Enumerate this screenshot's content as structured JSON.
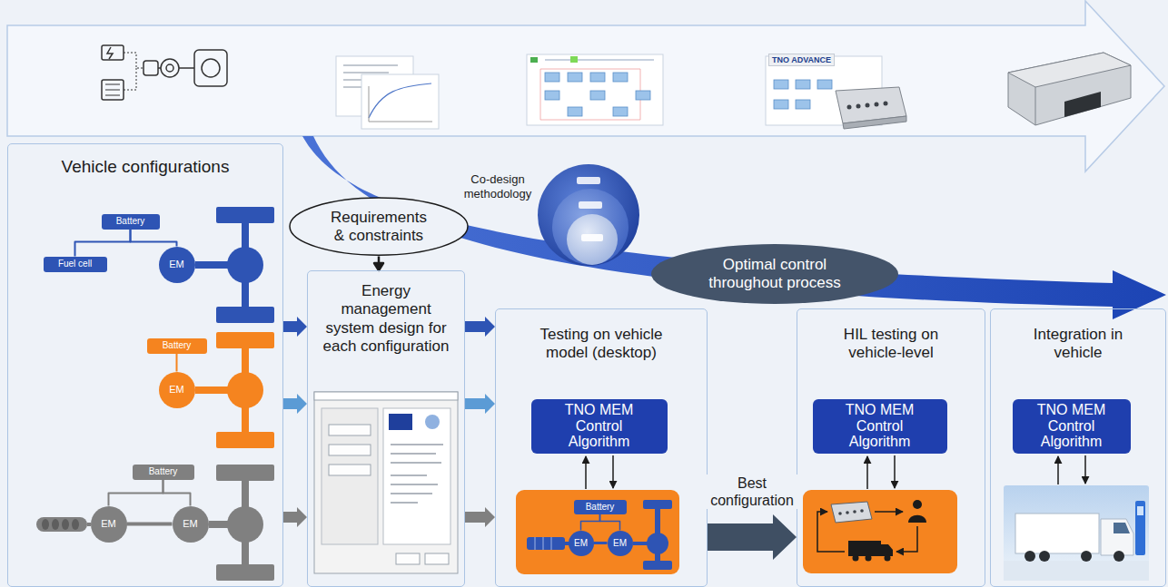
{
  "diagram": {
    "nodes": [
      {
        "text": [
          "Vehicle configurations"
        ]
      },
      {
        "text": [
          "Battery"
        ],
        "in": 0
      },
      {
        "text": [
          "Fuel cell"
        ],
        "in": 0
      },
      {
        "text": [
          "EM"
        ],
        "in": 0
      },
      {
        "text": [
          "Battery"
        ],
        "in": 0
      },
      {
        "text": [
          "EM"
        ],
        "in": 0
      },
      {
        "text": [
          "Battery"
        ],
        "in": 0
      },
      {
        "text": [
          "EM"
        ],
        "in": 0
      },
      {
        "text": [
          "EM"
        ],
        "in": 0
      },
      {
        "text": [
          "Requirements & constraints"
        ]
      },
      {
        "text": [
          "Energy management system design for each configuration"
        ]
      },
      {
        "text": [
          "Optimal control throughout process"
        ]
      },
      {
        "text": [
          "Testing on vehicle model (desktop)"
        ]
      },
      {
        "text": [
          "TNO MEM Control Algorithm"
        ],
        "in": 12
      },
      {
        "text": [
          "Battery"
        ],
        "in": 12
      },
      {
        "text": [
          "EM"
        ],
        "in": 12
      },
      {
        "text": [
          "EM"
        ],
        "in": 12
      },
      {
        "text": [
          "HIL testing on vehicle-level"
        ]
      },
      {
        "text": [
          "TNO MEM Control Algorithm"
        ],
        "in": 17
      },
      {
        "text": [
          "Integration in vehicle"
        ]
      },
      {
        "text": [
          "TNO MEM Control Algorithm"
        ],
        "in": 19
      }
    ],
    "edges": [
      {
        "from": 1,
        "to": 2,
        "arrow": "none"
      },
      {
        "from": 1,
        "to": 3,
        "arrow": "none"
      },
      {
        "from": 4,
        "to": 5,
        "arrow": "none"
      },
      {
        "from": 6,
        "to": 7,
        "arrow": "none"
      },
      {
        "from": 6,
        "to": 8,
        "arrow": "none"
      },
      {
        "from": 7,
        "to": 8,
        "arrow": "none"
      },
      {
        "from": 9,
        "to": 10,
        "arrow": "to"
      },
      {
        "from": 0,
        "to": 10,
        "arrow": "to"
      },
      {
        "from": 0,
        "to": 10,
        "arrow": "to"
      },
      {
        "from": 0,
        "to": 10,
        "arrow": "to"
      },
      {
        "from": 10,
        "to": 12,
        "arrow": "to"
      },
      {
        "from": 10,
        "to": 12,
        "arrow": "to"
      },
      {
        "from": 10,
        "to": 12,
        "arrow": "to"
      },
      {
        "from": 14,
        "to": 15,
        "arrow": "none"
      },
      {
        "from": 14,
        "to": 16,
        "arrow": "none"
      },
      {
        "from": 15,
        "to": 16,
        "arrow": "none"
      },
      {
        "from": 12,
        "to": 17,
        "arrow": "to",
        "label": "Best configuration"
      }
    ],
    "labels": [
      "TNO ADVANCE",
      "Co-design methodology"
    ]
  }
}
